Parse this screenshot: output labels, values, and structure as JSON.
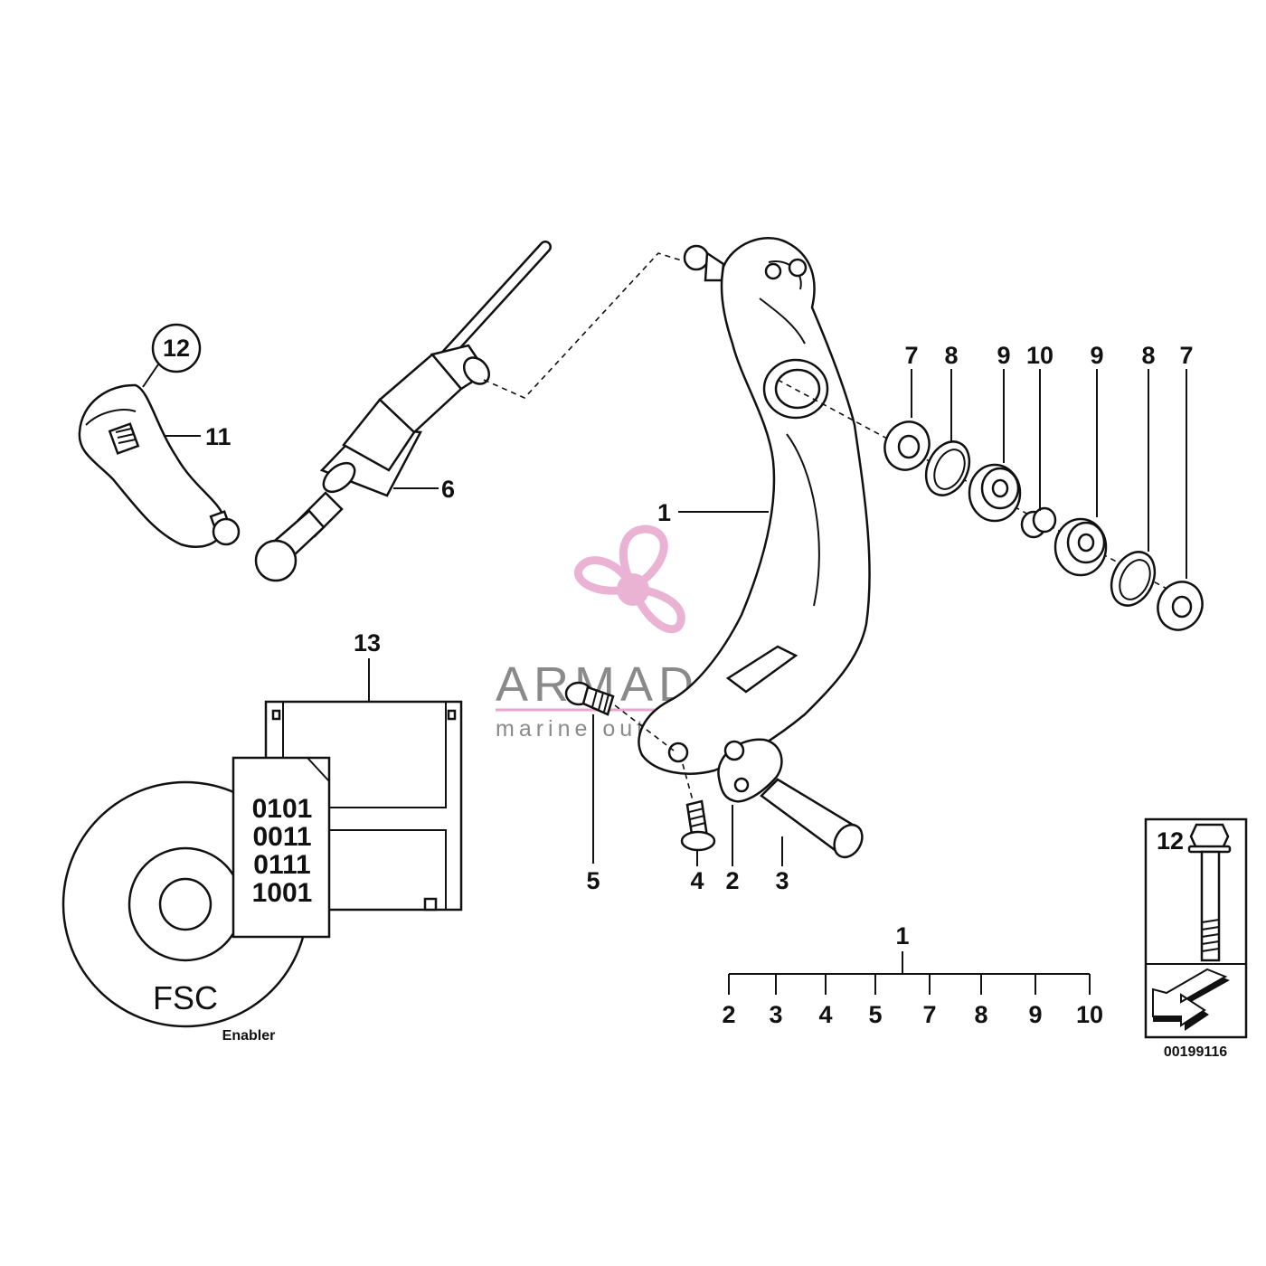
{
  "diagram": {
    "part_labels": {
      "p1": "1",
      "p2": "2",
      "p3": "3",
      "p4": "4",
      "p5": "5",
      "p6": "6",
      "p7a": "7",
      "p8a": "8",
      "p9a": "9",
      "p10": "10",
      "p9b": "9",
      "p8b": "8",
      "p7b": "7",
      "p11": "11",
      "p12": "12",
      "p13": "13"
    },
    "kit": {
      "title": "1",
      "items": [
        "2",
        "3",
        "4",
        "5",
        "7",
        "8",
        "9",
        "10"
      ]
    },
    "inset": {
      "label": "12",
      "code": "00199116"
    },
    "software": {
      "binary": [
        "0101",
        "0011",
        "0111",
        "1001"
      ],
      "disc_title": "FSC",
      "disc_subtitle": "Enabler"
    },
    "watermark": {
      "name": "ARMADA",
      "tagline": "marine outboards",
      "color": "#e8a6cc"
    }
  }
}
